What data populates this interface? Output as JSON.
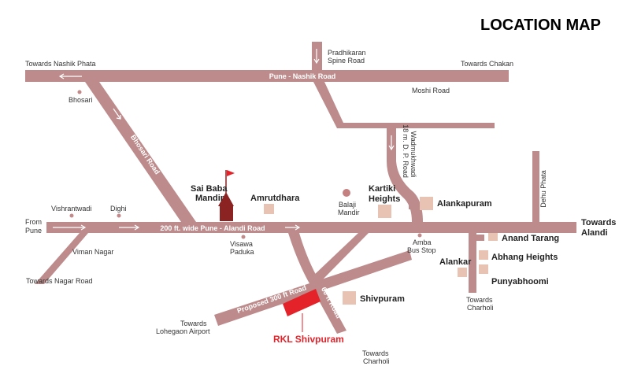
{
  "title": "LOCATION MAP",
  "colors": {
    "road": "#bd8b8b",
    "landmark": "#e8c3b3",
    "highlight": "#e3222a",
    "temple": "#8b2323"
  },
  "roads": {
    "pune_nashik": "Pune - Nashik Road",
    "pune_alandi": "200 ft. wide Pune - Alandi Road",
    "bhosari": "Bhosari Road",
    "proposed_300": "Proposed 300 ft Road",
    "road_60": "60 ft Road",
    "dp_road_1": "18 m. D. P. Road",
    "dp_road_2": "Wadmukhwadi",
    "dehu_phata": "Dehu Phata"
  },
  "labels": {
    "towards_nashik_phata": "Towards Nashik Phata",
    "pradhikaran_1": "Pradhikaran",
    "pradhikaran_2": "Spine Road",
    "towards_chakan": "Towards Chakan",
    "bhosari": "Bhosari",
    "moshi_road": "Moshi Road",
    "vishrantwadi": "Vishrantwadi",
    "dighi": "Dighi",
    "from_pune_1": "From",
    "from_pune_2": "Pune",
    "viman_nagar": "Viman Nagar",
    "towards_nagar_road": "Towards Nagar Road",
    "visawa_paduka_1": "Visawa",
    "visawa_paduka_2": "Paduka",
    "balaji_mandir_1": "Balaji",
    "balaji_mandir_2": "Mandir",
    "amba_bus_stop_1": "Amba",
    "amba_bus_stop_2": "Bus Stop",
    "towards_lohegaon_1": "Towards",
    "towards_lohegaon_2": "Lohegaon Airport",
    "towards_charholi_a_1": "Towards",
    "towards_charholi_a_2": "Charholi",
    "towards_charholi_b_1": "Towards",
    "towards_charholi_b_2": "Charholi"
  },
  "landmarks": {
    "sai_baba_1": "Sai Baba",
    "sai_baba_2": "Mandir",
    "amrutdhara": "Amrutdhara",
    "kartiki_1": "Kartiki",
    "kartiki_2": "Heights",
    "alankapuram": "Alankapuram",
    "towards_alandi_1": "Towards",
    "towards_alandi_2": "Alandi",
    "anand_tarang": "Anand Tarang",
    "abhang_heights": "Abhang Heights",
    "alankar": "Alankar",
    "punyabhoomi": "Punyabhoomi",
    "shivpuram": "Shivpuram"
  },
  "project": "RKL Shivpuram"
}
